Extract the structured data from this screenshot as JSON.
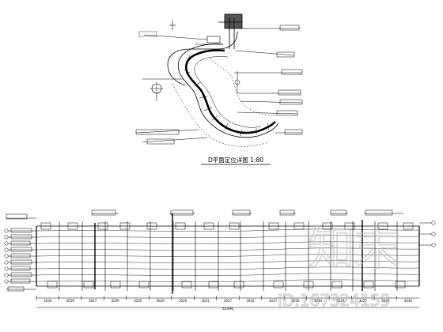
{
  "plan_title": "D平面定位详图  1:80",
  "watermark": {
    "logo_text": "知末",
    "id_text": "ID:167324159"
  },
  "dimension_row": [
    "3030",
    "3029",
    "3027",
    "3029",
    "3030",
    "3029",
    "3030",
    "3021",
    "3037",
    "3032",
    "3037",
    "3030",
    "3030",
    "3029",
    "3027",
    "3029",
    "3030"
  ],
  "dimension_total": "51396"
}
